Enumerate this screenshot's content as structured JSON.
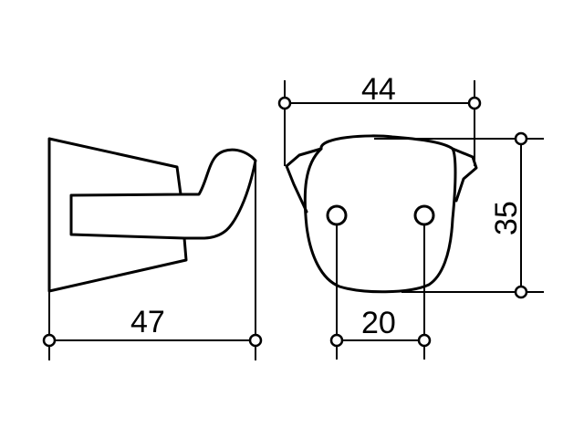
{
  "dimensions": {
    "side_width": "47",
    "front_width": "44",
    "front_height": "35",
    "hole_spacing": "20"
  }
}
